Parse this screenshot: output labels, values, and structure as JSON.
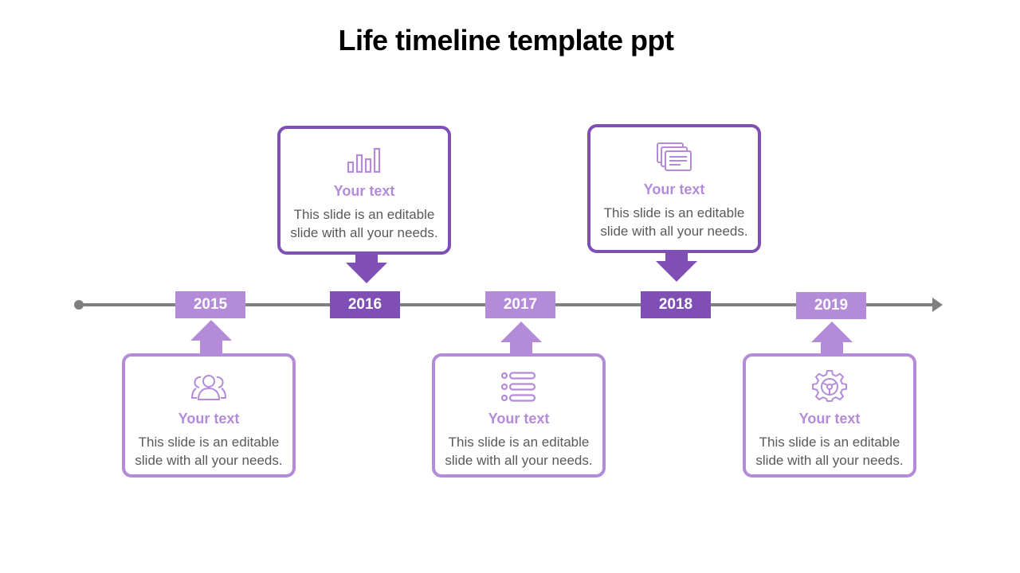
{
  "title": "Life timeline template ppt",
  "colors": {
    "dark_purple": "#7f4fb5",
    "light_purple": "#b48bd9",
    "line_gray": "#7f7f7f"
  },
  "events": [
    {
      "year": "2015",
      "heading": "Your text",
      "text": "This slide is an editable slide with all your needs.",
      "icon": "people-icon",
      "position": "below"
    },
    {
      "year": "2016",
      "heading": "Your text",
      "text": "This slide is an editable slide with all your needs.",
      "icon": "bar-chart-icon",
      "position": "above"
    },
    {
      "year": "2017",
      "heading": "Your text",
      "text": "This slide is an editable slide with all your needs.",
      "icon": "list-icon",
      "position": "below"
    },
    {
      "year": "2018",
      "heading": "Your text",
      "text": "This slide is an editable slide with all your needs.",
      "icon": "documents-icon",
      "position": "above"
    },
    {
      "year": "2019",
      "heading": "Your text",
      "text": "This slide is an editable slide with all your needs.",
      "icon": "gear-icon",
      "position": "below"
    }
  ]
}
